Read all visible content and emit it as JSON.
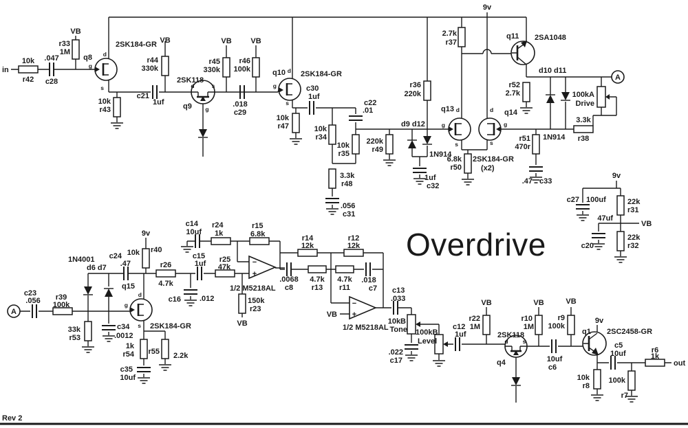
{
  "title": {
    "text": "Overdrive",
    "color": "#e3198c"
  },
  "rev": "Rev 2",
  "po": {
    "in": "in",
    "out": "out",
    "a": "A"
  },
  "pw": {
    "v9": "9v",
    "vb": "VB"
  },
  "p": {
    "d": "d",
    "g": "g",
    "s": "s"
  },
  "op": {
    "label": "1/2 M5218AL",
    "minus": "−",
    "plus": "+"
  },
  "t": {
    "q8": {
      "r": "q8",
      "part": "2SK184-GR"
    },
    "q9": {
      "r": "q9",
      "part": "2SK118"
    },
    "q10": {
      "r": "q10",
      "part": "2SK184-GR"
    },
    "q11": {
      "r": "q11",
      "part": "2SA1048"
    },
    "q13": {
      "r": "q13"
    },
    "q14": {
      "r": "q14"
    },
    "pair": {
      "part": "2SK184-GR",
      "note": "(x2)"
    },
    "q15": {
      "r": "q15",
      "part": "2SK184-GR"
    },
    "q4": {
      "r": "q4",
      "part": "2SK118"
    },
    "q1": {
      "r": "q1",
      "part": "2SC2458-GR"
    }
  },
  "dd": {
    "d6d7": {
      "r": "d6 d7",
      "part": "1N4001"
    },
    "d9d12": {
      "r": "d9 d12",
      "part": "1N914"
    },
    "d10d11": {
      "r": "d10 d11",
      "part": "1N914"
    }
  },
  "c": {
    "r42": {
      "r": "r42",
      "v": "10k"
    },
    "c28": {
      "r": "c28",
      "v": ".047"
    },
    "r33": {
      "r": "r33",
      "v": "1M"
    },
    "r43": {
      "r": "r43",
      "v": "10k"
    },
    "r44": {
      "r": "r44",
      "v": "330k"
    },
    "c21": {
      "r": "c21",
      "v": "1uf"
    },
    "r45": {
      "r": "r45",
      "v": "330k"
    },
    "c29": {
      "r": "c29",
      "v": ".018"
    },
    "r46": {
      "r": "r46",
      "v": "100k"
    },
    "r47": {
      "r": "r47",
      "v": "10k"
    },
    "c30": {
      "r": "c30",
      "v": "1uf"
    },
    "r34": {
      "r": "r34",
      "v": "10k"
    },
    "c22": {
      "r": "c22",
      "v": ".01"
    },
    "r35": {
      "r": "r35",
      "v": "10k"
    },
    "r48": {
      "r": "r48",
      "v": "3.3k"
    },
    "c31": {
      "r": "c31",
      "v": ".056"
    },
    "r49": {
      "r": "r49",
      "v": "220k"
    },
    "r36": {
      "r": "r36",
      "v": "220k"
    },
    "r37": {
      "r": "r37",
      "v": "2.7k"
    },
    "r52": {
      "r": "r52",
      "v": "2.7k"
    },
    "c32": {
      "r": "c32",
      "v": "1uf"
    },
    "r50": {
      "r": "r50",
      "v": "6.8k"
    },
    "r51": {
      "r": "r51",
      "v": "470r"
    },
    "c33": {
      "r": "c33",
      "v": ".47"
    },
    "r38": {
      "r": "r38",
      "v": "3.3k"
    },
    "drive": {
      "r": "Drive",
      "v": "100kA"
    },
    "c27": {
      "r": "c27",
      "v": "100uf"
    },
    "r31": {
      "r": "r31",
      "v": "22k"
    },
    "c20": {
      "r": "c20",
      "v": "47uf"
    },
    "r32": {
      "r": "r32",
      "v": "22k"
    },
    "c23": {
      "r": "c23",
      "v": ".056"
    },
    "r39": {
      "r": "r39",
      "v": "100k"
    },
    "r53": {
      "r": "r53",
      "v": "33k"
    },
    "c34": {
      "r": "c34",
      "v": ".0012"
    },
    "c24": {
      "r": "c24",
      "v": ".47"
    },
    "r40": {
      "r": "r40",
      "v": "10k"
    },
    "r26": {
      "r": "r26",
      "v": "4.7k"
    },
    "c16": {
      "r": "c16",
      "v": ".012"
    },
    "c15": {
      "r": "c15",
      "v": "1uf"
    },
    "r25": {
      "r": "r25",
      "v": "47k"
    },
    "c14": {
      "r": "c14",
      "v": "10uf"
    },
    "r24": {
      "r": "r24",
      "v": "1k"
    },
    "r15": {
      "r": "r15",
      "v": "6.8k"
    },
    "r23": {
      "r": "r23",
      "v": "150k"
    },
    "r54": {
      "r": "r54",
      "v": "1k"
    },
    "r55": {
      "r": "r55",
      "v": "2.2k"
    },
    "c35": {
      "r": "c35",
      "v": "10uf"
    },
    "r14": {
      "r": "r14",
      "v": "12k"
    },
    "c8": {
      "r": "c8",
      "v": ".0068"
    },
    "r13": {
      "r": "r13",
      "v": "4.7k"
    },
    "r11": {
      "r": "r11",
      "v": "4.7k"
    },
    "r12": {
      "r": "r12",
      "v": "12k"
    },
    "c7": {
      "r": "c7",
      "v": ".018"
    },
    "c13": {
      "r": "c13",
      "v": ".033"
    },
    "tone": {
      "r": "Tone",
      "v": "10kB"
    },
    "c17": {
      "r": "c17",
      "v": ".022"
    },
    "level": {
      "r": "Level",
      "v": "100kB"
    },
    "c12": {
      "r": "c12",
      "v": "1uf"
    },
    "r22": {
      "r": "r22",
      "v": "1M"
    },
    "r10": {
      "r": "r10",
      "v": "1M"
    },
    "c6": {
      "r": "c6",
      "v": "10uf"
    },
    "r9": {
      "r": "r9",
      "v": "100k"
    },
    "q1v9": {
      "v": "9v"
    },
    "c5": {
      "r": "c5",
      "v": "10uf"
    },
    "r8": {
      "r": "r8",
      "v": "10k"
    },
    "r7": {
      "r": "r7",
      "v": "100k"
    },
    "r6": {
      "r": "r6",
      "v": "1k"
    }
  }
}
